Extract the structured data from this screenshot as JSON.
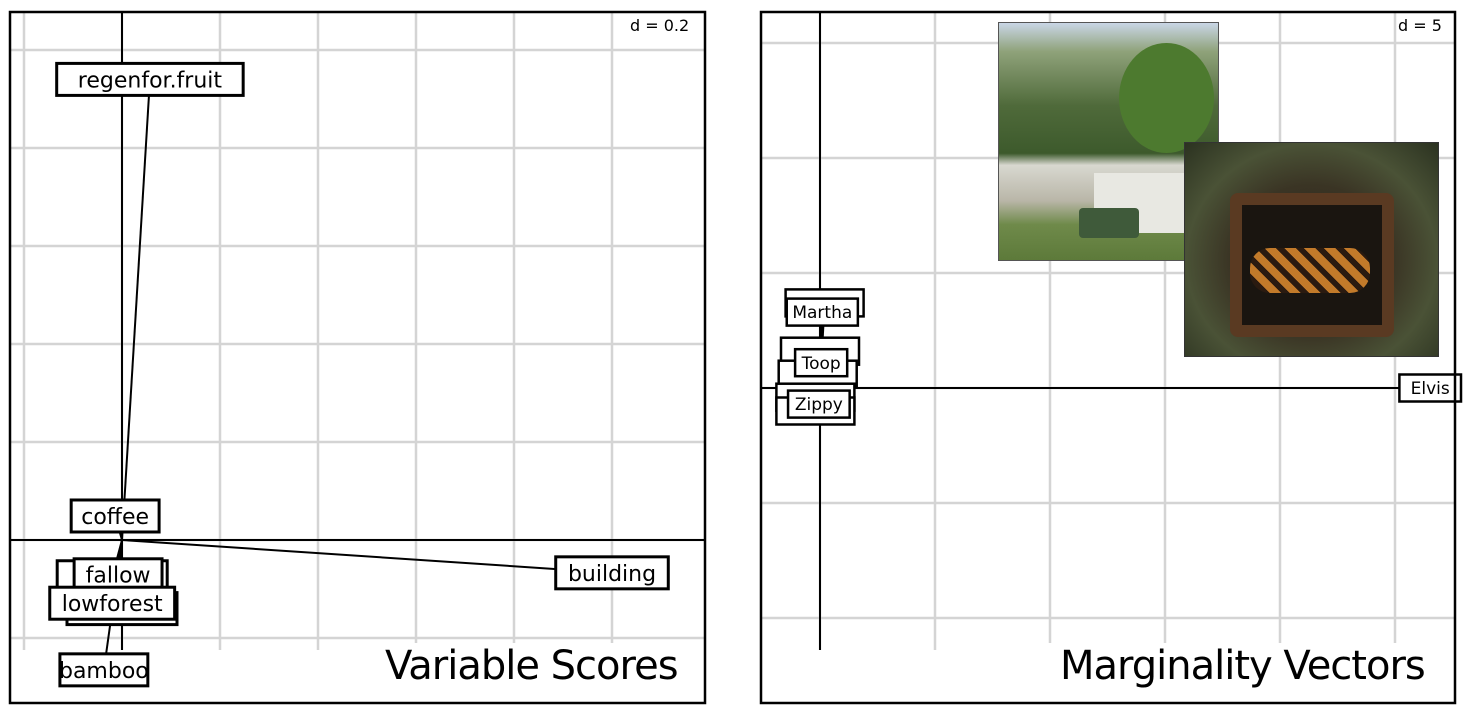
{
  "chart_data": [
    {
      "type": "scatter",
      "title": "Variable Scores",
      "scale_label": "d = 0.2",
      "grid_step": 0.2,
      "grid": true,
      "vectors": [
        {
          "label": "regenfor.fruit",
          "x": 0.057,
          "y": 0.94
        },
        {
          "label": "coffee",
          "x": -0.014,
          "y": 0.049
        },
        {
          "label": "building",
          "x": 1.0,
          "y": -0.067
        },
        {
          "label": "",
          "x": -0.02,
          "y": -0.075
        },
        {
          "label": "fallow",
          "x": -0.008,
          "y": -0.071
        },
        {
          "label": "",
          "x": 0.0,
          "y": -0.14
        },
        {
          "label": "lowforest",
          "x": -0.02,
          "y": -0.129
        },
        {
          "label": "bamboo",
          "x": -0.037,
          "y": -0.265
        }
      ]
    },
    {
      "type": "scatter",
      "title": "Marginality Vectors",
      "scale_label": "d = 5",
      "grid_step": 5,
      "grid": true,
      "vectors": [
        {
          "label": "",
          "x": 0.2,
          "y": 3.7
        },
        {
          "label": "Martha",
          "x": 0.1,
          "y": 3.3
        },
        {
          "label": "",
          "x": 0.0,
          "y": 1.6
        },
        {
          "label": "",
          "x": -0.1,
          "y": 0.6
        },
        {
          "label": "Toop",
          "x": 0.05,
          "y": 1.1
        },
        {
          "label": "",
          "x": -0.2,
          "y": -0.4
        },
        {
          "label": "",
          "x": -0.2,
          "y": -1.0
        },
        {
          "label": "Zippy",
          "x": -0.05,
          "y": -0.7
        },
        {
          "label": "Elvis",
          "x": 26.3,
          "y": 0.0
        }
      ]
    }
  ]
}
